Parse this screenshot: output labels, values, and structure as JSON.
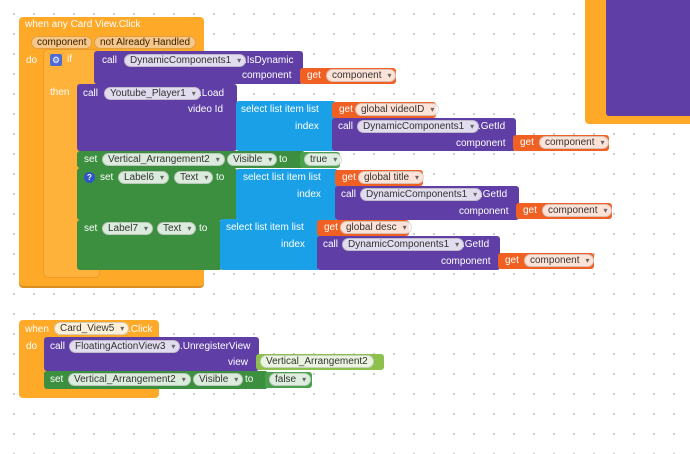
{
  "event1": {
    "header": "when any Card View.Click",
    "param_component": "component",
    "param_not_handled": "not Already Handled",
    "do_label": "do",
    "if_label": "if",
    "then_label": "then",
    "cond_call": "call",
    "cond_component": "DynamicComponents1",
    "cond_method": ".IsDynamic",
    "cond_arg_label": "component",
    "cond_get": "get",
    "cond_get_var": "component",
    "load_call": "call",
    "load_component": "Youtube_Player1",
    "load_method": ".Load",
    "load_arg_label": "video Id",
    "sel1_label": "select list item  list",
    "sel1_get": "get",
    "sel1_var": "global videoID",
    "sel1_index": "index",
    "sel1_call": "call",
    "sel1_component": "DynamicComponents1",
    "sel1_method": ".GetId",
    "sel1_arg": "component",
    "sel1_get2": "get",
    "sel1_var2": "component",
    "set1_set": "set",
    "set1_component": "Vertical_Arrangement2",
    "set1_prop": "Visible",
    "set1_to": "to",
    "set1_value": "true",
    "set2_qmark": "?",
    "set2_set": "set",
    "set2_component": "Label6",
    "set2_prop": "Text",
    "set2_to": "to",
    "sel2_label": "select list item  list",
    "sel2_get": "get",
    "sel2_var": "global title",
    "sel2_index": "index",
    "sel2_call": "call",
    "sel2_component": "DynamicComponents1",
    "sel2_method": ".GetId",
    "sel2_arg": "component",
    "sel2_get2": "get",
    "sel2_var2": "component",
    "set3_set": "set",
    "set3_component": "Label7",
    "set3_prop": "Text",
    "set3_to": "to",
    "sel3_label": "select list item  list",
    "sel3_get": "get",
    "sel3_var": "global desc",
    "sel3_index": "index",
    "sel3_call": "call",
    "sel3_component": "DynamicComponents1",
    "sel3_method": ".GetId",
    "sel3_arg": "component",
    "sel3_get2": "get",
    "sel3_var2": "component"
  },
  "event2": {
    "when": "when",
    "component": "Card_View5",
    "event": ".Click",
    "do_label": "do",
    "call": "call",
    "call_component": "FloatingActionView3",
    "call_method": ".UnregisterView",
    "view_label": "view",
    "view_value": "Vertical_Arrangement2",
    "set_set": "set",
    "set_component": "Vertical_Arrangement2",
    "set_prop": "Visible",
    "set_to": "to",
    "set_value": "false"
  },
  "colors": {
    "event": "#ffa929",
    "component_call": "#5f3ea6",
    "setter": "#3b8f3e",
    "list": "#1aa0e6",
    "variable": "#f16023",
    "boolean": "#4aa14c"
  }
}
